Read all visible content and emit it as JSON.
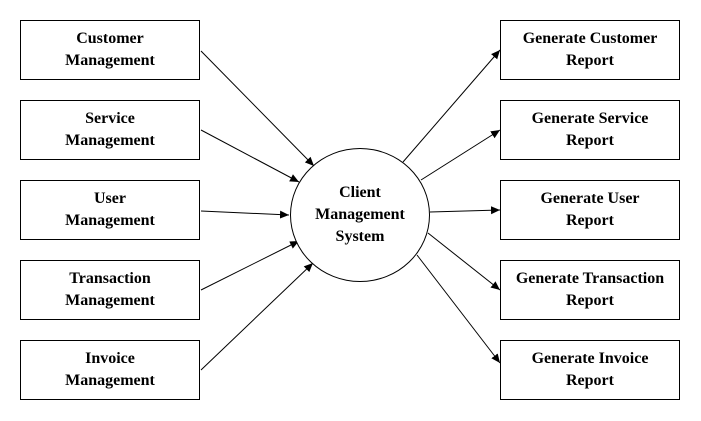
{
  "center": {
    "label": "Client\nManagement\nSystem"
  },
  "inputs": [
    "Customer\nManagement",
    "Service\nManagement",
    "User\nManagement",
    "Transaction\nManagement",
    "Invoice\nManagement"
  ],
  "outputs": [
    "Generate Customer\nReport",
    "Generate Service\nReport",
    "Generate User\nReport",
    "Generate Transaction\nReport",
    "Generate Invoice\nReport"
  ]
}
